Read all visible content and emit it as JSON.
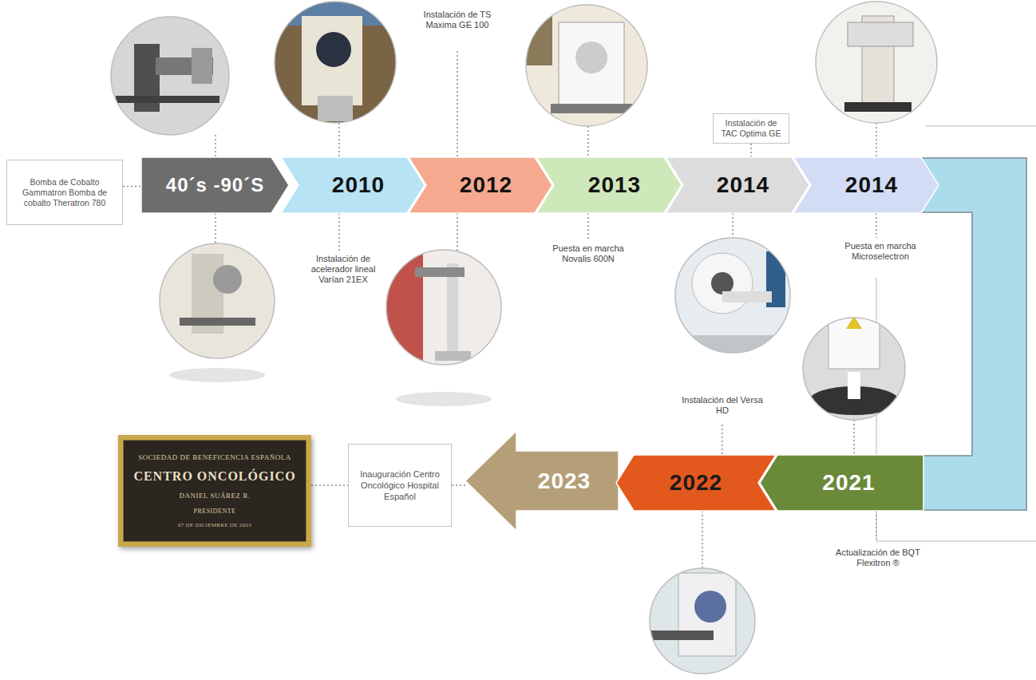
{
  "diagram": {
    "nodes": [
      {
        "text": [
          "Bomba de Cobalto Gammatron Bomba de cobalto Theratron 780"
        ]
      },
      {
        "text": [
          "40´s -90´S"
        ]
      },
      {
        "text": [
          "2010"
        ]
      },
      {
        "text": [
          "2012"
        ]
      },
      {
        "text": [
          "2013"
        ]
      },
      {
        "text": [
          "Instalación de TAC Optima GE"
        ]
      },
      {
        "text": [
          "2014"
        ]
      },
      {
        "text": [
          "2014"
        ]
      },
      {
        "text": [
          "SOCIEDAD DE BENEFICENCIA ESPAÑOLA",
          "CENTRO ONCOLÓGICO",
          "DANIEL SUÁREZ R.",
          "PRESIDENTE",
          "07 DE DICIEMBRE DE 2023"
        ]
      },
      {
        "text": [
          "Inauguración Centro Oncológico Hospital Español"
        ]
      },
      {
        "text": [
          "2023"
        ]
      },
      {
        "text": [
          "2022"
        ]
      },
      {
        "text": [
          "2021"
        ]
      }
    ],
    "edges": [
      {
        "from": 0,
        "to": 1,
        "arrow": "none"
      },
      {
        "from": 5,
        "to": 6,
        "arrow": "none"
      },
      {
        "from": 8,
        "to": 9,
        "arrow": "none"
      },
      {
        "from": 9,
        "to": 10,
        "arrow": "none"
      },
      {
        "from": 7,
        "to": 12,
        "arrow": "none"
      }
    ],
    "labels": [
      "Instalación de TS Maxima GE 100",
      "Instalación de acelerador lineal Varían 21EX",
      "Puesta en marcha Novalis 600N",
      "Puesta en marcha Microselectron",
      "Instalación del Versa HD",
      "Actualización de BQT Flexitron ®"
    ]
  }
}
